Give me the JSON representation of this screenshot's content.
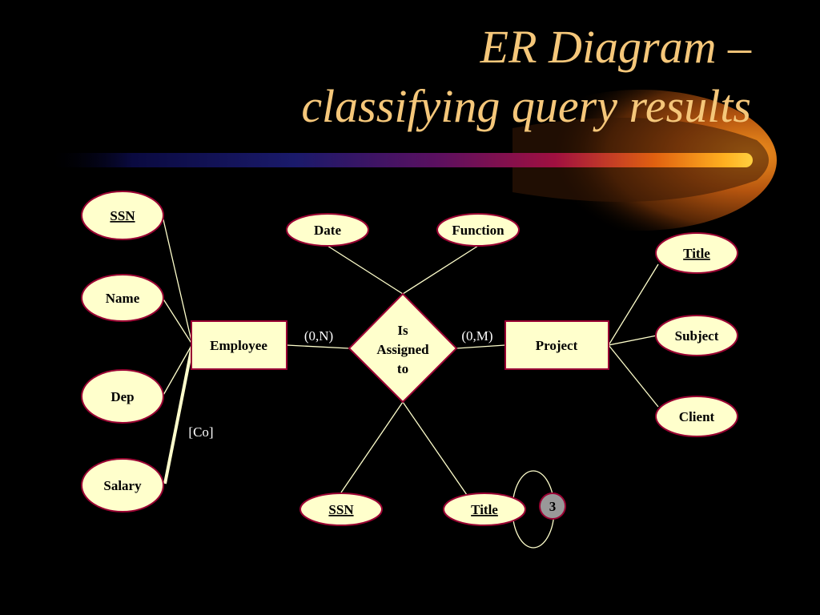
{
  "title": {
    "line1": "ER Diagram –",
    "line2": "classifying query results"
  },
  "colors": {
    "background": "#000000",
    "title": "#f5c77a",
    "shape_fill": "#ffffcc",
    "shape_stroke": "#990033",
    "lines": "#ffffcc",
    "badge": "#999999"
  },
  "diagram": {
    "entities": {
      "employee": "Employee",
      "project": "Project"
    },
    "relationship": {
      "line1": "Is",
      "line2": "Assigned",
      "line3": "to"
    },
    "employee_attributes": {
      "ssn": "SSN",
      "name": "Name",
      "dep": "Dep",
      "salary": "Salary"
    },
    "relationship_attributes": {
      "date": "Date",
      "function": "Function",
      "ssn": "SSN",
      "title": "Title"
    },
    "project_attributes": {
      "title": "Title",
      "subject": "Subject",
      "client": "Client"
    },
    "cardinalities": {
      "employee_side": "(0,N)",
      "project_side": "(0,M)"
    },
    "annotation": "[Co]",
    "badge": "3"
  }
}
